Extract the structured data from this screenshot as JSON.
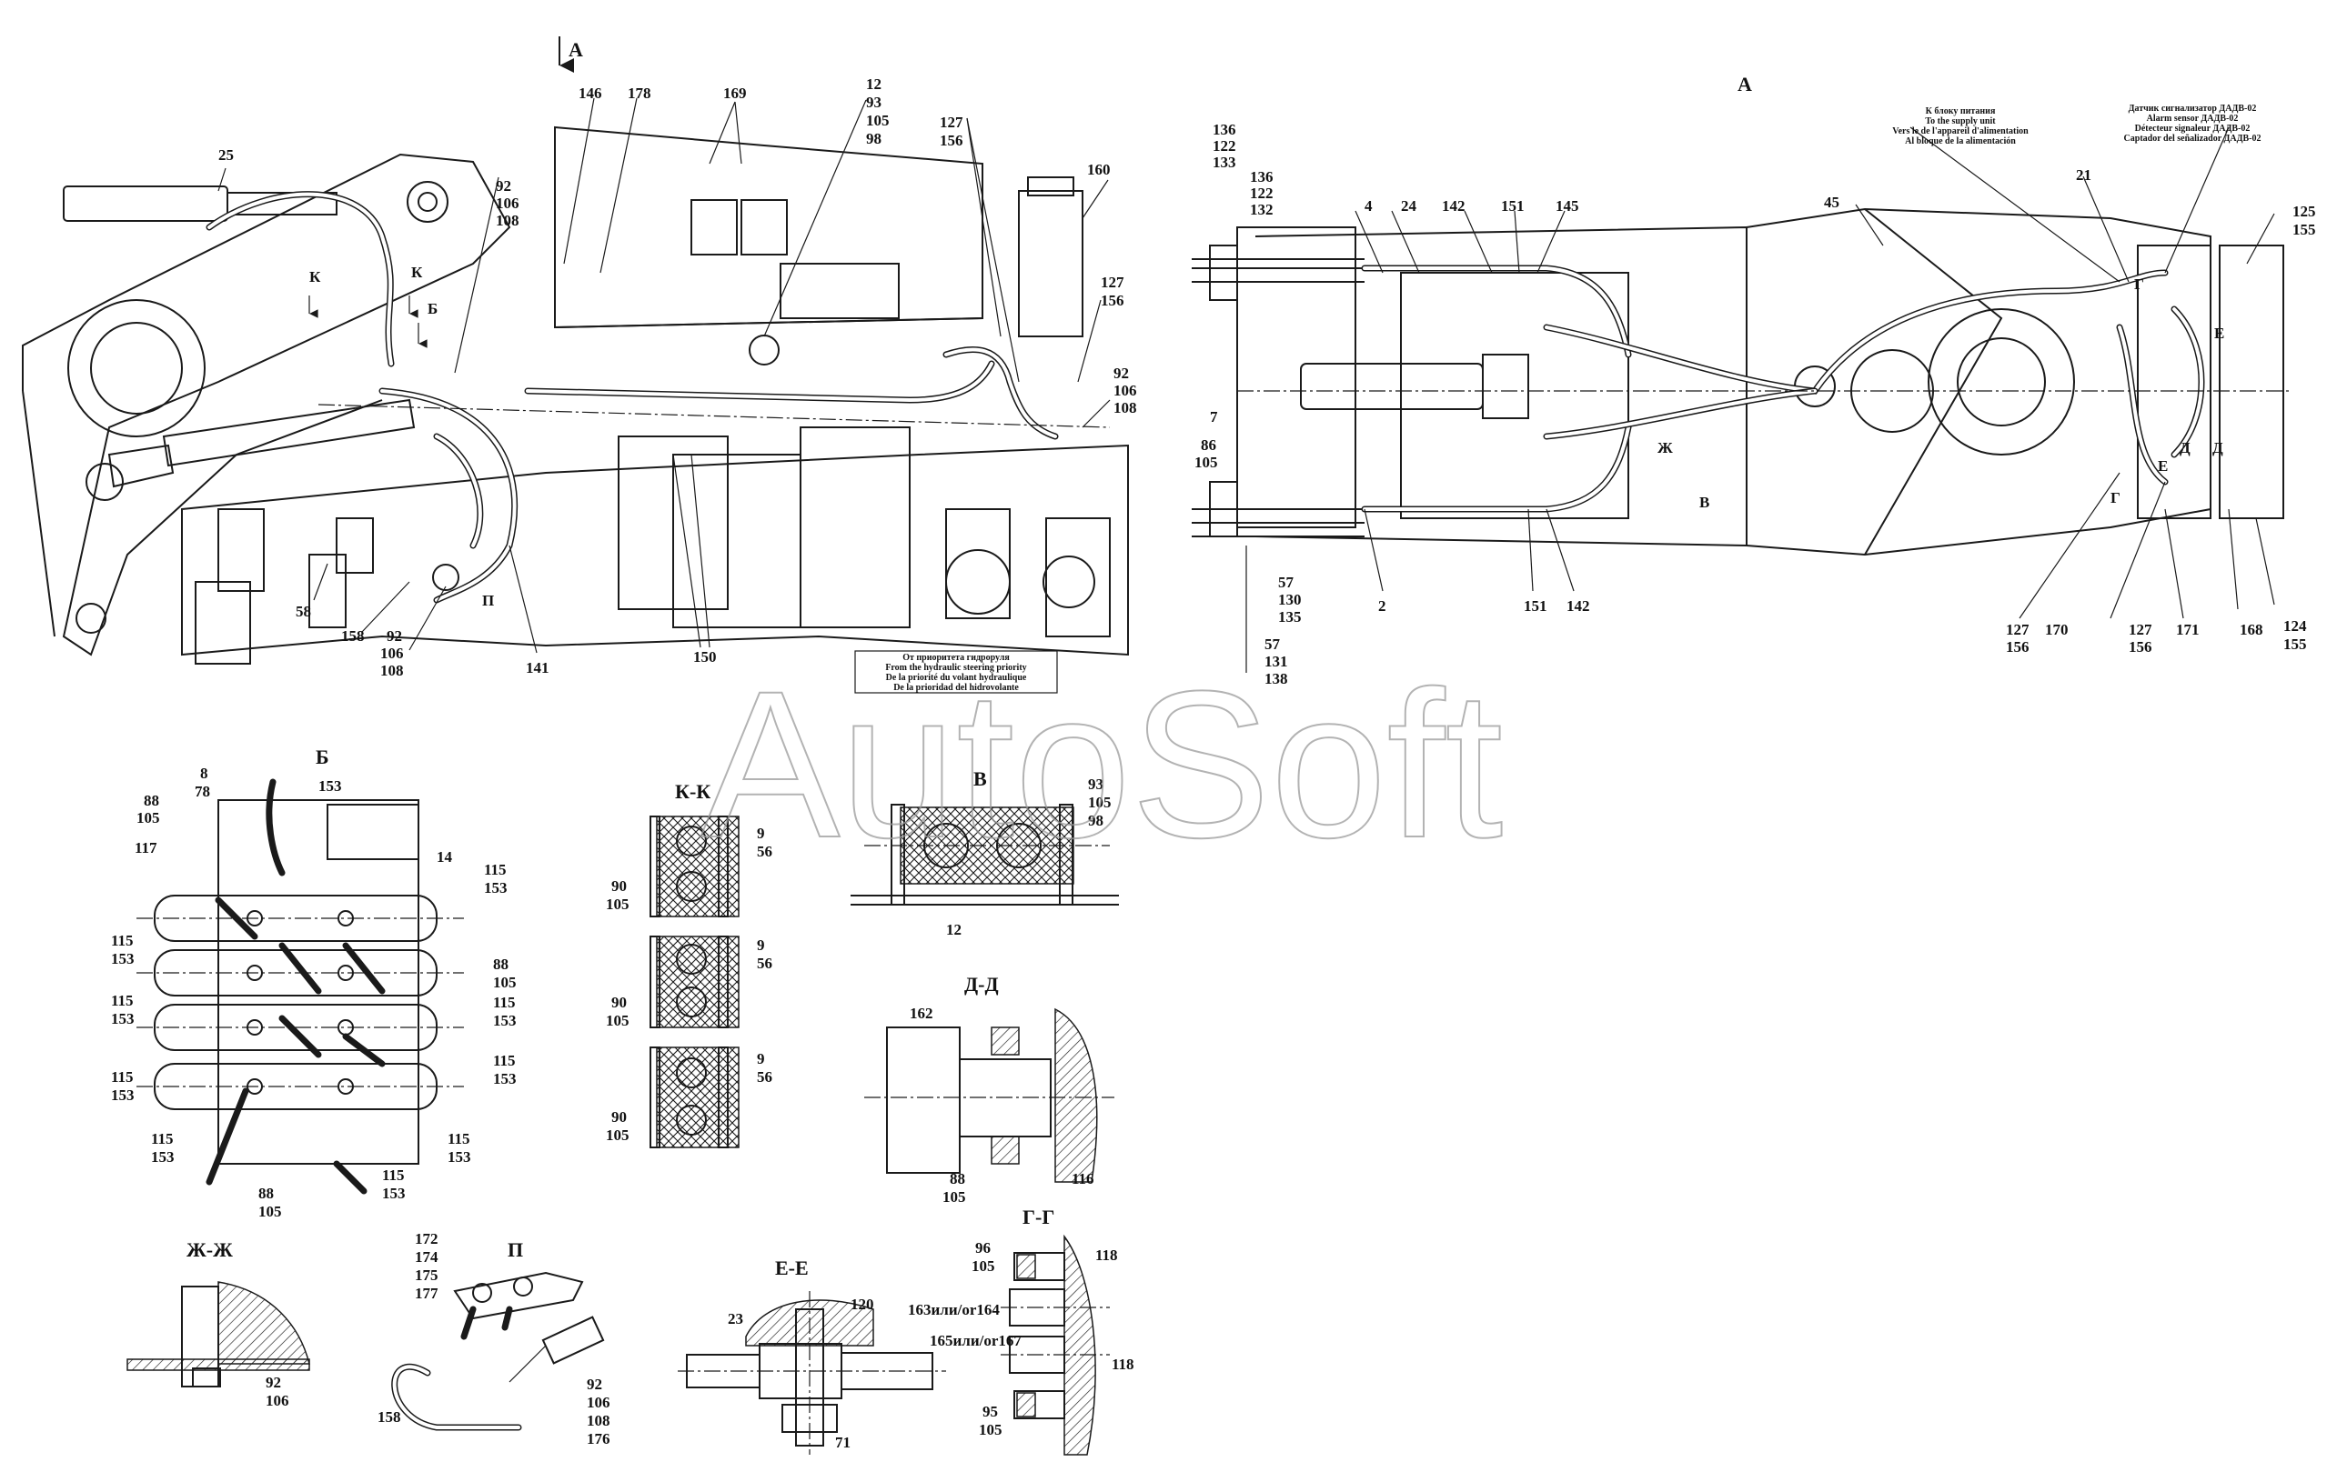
{
  "view_a_marker": "A",
  "title_a": "A",
  "watermark": "AutoSoft",
  "note_steering": [
    "От приоритета гидроруля",
    "From the hydraulic steering priority",
    "De la priorité du volant hydraulique",
    "De la prioridad del hidrovolante"
  ],
  "note_supply": [
    "К блоку питания",
    "To the supply unit",
    "Vers le de l'appareil d'alimentation",
    "Al bloque de la alimentación"
  ],
  "note_sensor": [
    "Датчик сигнализатор ДАДВ-02",
    "Alarm sensor ДАДВ-02",
    "Détecteur signaleur ДАДВ-02",
    "Captador del señalizador ДАДВ-02"
  ],
  "sections": {
    "b": "Б",
    "kk": "К-К",
    "v": "В",
    "dd": "Д-Д",
    "zhzh": "Ж-Ж",
    "p": "П",
    "ee": "Е-Е",
    "gg": "Г-Г"
  },
  "main_markers": {
    "k1": "К",
    "k2": "К",
    "b": "Б",
    "p": "П"
  },
  "plan_markers": {
    "g1": "Г",
    "g2": "Г",
    "d1": "Д",
    "d2": "Д",
    "e1": "Е",
    "e2": "Е",
    "zh": "Ж",
    "v": "В"
  },
  "callouts_main": {
    "c25": "25",
    "c146": "146",
    "c178": "178",
    "c169": "169",
    "c12_93_105_98": [
      "12",
      "93",
      "105",
      "98"
    ],
    "c127_156_top": [
      "127",
      "156"
    ],
    "c160": "160",
    "c127_156_mid": [
      "127",
      "156"
    ],
    "c92_106_108_top": [
      "92",
      "106",
      "108"
    ],
    "c92_106_108_right": [
      "92",
      "106",
      "108"
    ],
    "c58": "58",
    "c158": "158",
    "c92_106_108_bottom": [
      "92",
      "106",
      "108"
    ],
    "c141": "141",
    "c150": "150"
  },
  "callouts_plan": {
    "c136_122_133": [
      "136",
      "122",
      "133"
    ],
    "c136_122_132": [
      "136",
      "122",
      "132"
    ],
    "c4": "4",
    "c24": "24",
    "c142_top": "142",
    "c151_top": "151",
    "c145": "145",
    "c45": "45",
    "c21": "21",
    "c125_155": [
      "125",
      "155"
    ],
    "c7": "7",
    "c86_105": [
      "86",
      "105"
    ],
    "c57_130_135": [
      "57",
      "130",
      "135"
    ],
    "c57_131_138": [
      "57",
      "131",
      "138"
    ],
    "c2": "2",
    "c151_bottom": "151",
    "c142_bottom": "142",
    "c127_156_a": [
      "127",
      "156"
    ],
    "c170": "170",
    "c127_156_b": [
      "127",
      "156"
    ],
    "c171": "171",
    "c168": "168",
    "c124_155": [
      "124",
      "155"
    ]
  },
  "callouts_b": {
    "c8_78": [
      "8",
      "78"
    ],
    "c153_top": "153",
    "c88_105_top": [
      "88",
      "105"
    ],
    "c117": "117",
    "c14": "14",
    "c115_153_r1": [
      "115",
      "153"
    ],
    "c115_153_l1": [
      "115",
      "153"
    ],
    "c88_105_r": [
      "88",
      "105"
    ],
    "c115_153_l2": [
      "115",
      "153"
    ],
    "c115_153_r2": [
      "115",
      "153"
    ],
    "c115_153_l3": [
      "115",
      "153"
    ],
    "c115_153_r3": [
      "115",
      "153"
    ],
    "c115_153_l4": [
      "115",
      "153"
    ],
    "c115_153_r4": [
      "115",
      "153"
    ],
    "c88_105_bottom": [
      "88",
      "105"
    ],
    "c115_153_bottom": [
      "115",
      "153"
    ]
  },
  "callouts_kk": {
    "c9_56_a": [
      "9",
      "56"
    ],
    "c90_105_a": [
      "90",
      "105"
    ],
    "c9_56_b": [
      "9",
      "56"
    ],
    "c90_105_b": [
      "90",
      "105"
    ],
    "c9_56_c": [
      "9",
      "56"
    ],
    "c90_105_c": [
      "90",
      "105"
    ]
  },
  "callouts_v": {
    "c93_105_98": [
      "93",
      "105",
      "98"
    ],
    "c12": "12"
  },
  "callouts_dd": {
    "c162": "162",
    "c88_105": [
      "88",
      "105"
    ],
    "c116": "116"
  },
  "callouts_zhzh": {
    "c92_106": [
      "92",
      "106"
    ]
  },
  "callouts_p": {
    "c172": "172",
    "c174": "174",
    "c175": "175",
    "c177": "177",
    "c158": "158",
    "c92_106_108_176": [
      "92",
      "106",
      "108",
      "176"
    ]
  },
  "callouts_ee": {
    "c23": "23",
    "c120": "120",
    "c71": "71"
  },
  "callouts_gg": {
    "c96_105": [
      "96",
      "105"
    ],
    "c118_top": "118",
    "c163_164": "163или/or164",
    "c165_167": "165или/or167",
    "c118_bottom": "118",
    "c95_105": [
      "95",
      "105"
    ]
  }
}
